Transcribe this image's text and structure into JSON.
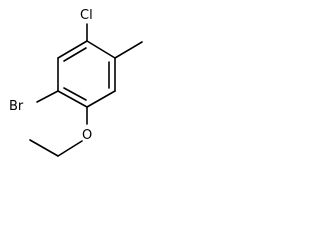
{
  "molecule": {
    "atoms": {
      "chlorine": "Cl",
      "bromine": "Br",
      "oxygen": "O"
    }
  },
  "colors": {
    "bond": "#000000",
    "label": "#000000",
    "background": "#ffffff"
  }
}
